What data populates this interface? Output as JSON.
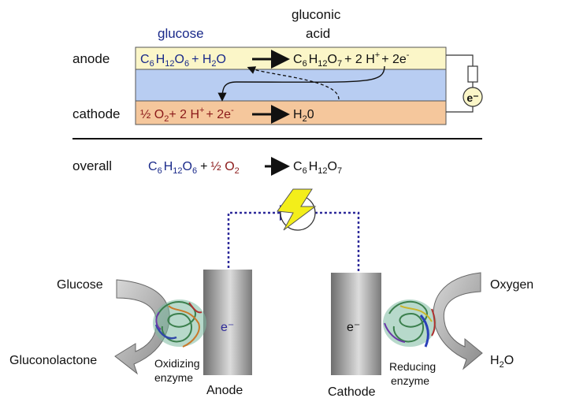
{
  "top": {
    "label_glucose": "glucose",
    "label_gluconic_1": "gluconic",
    "label_gluconic_2": "acid",
    "anode_label": "anode",
    "cathode_label": "cathode",
    "overall_label": "overall",
    "electron_symbol": "e⁻",
    "anode_eq": {
      "c": "C",
      "n6a": "6",
      "h": "H",
      "n12a": "12",
      "o": "O",
      "n6b": "6",
      "plus_h2o": "+ H",
      "n2": "2",
      "o2": "O",
      "p_c": "C",
      "p_n6a": "6",
      "p_h": "H",
      "p_n12": "12",
      "p_o": "O",
      "p_n7": "7",
      "p_tail1": "+ 2 H",
      "p_sup1": "+",
      "p_tail2": "+ 2e",
      "p_sup2": "-"
    },
    "cathode_eq": {
      "half": "½ O",
      "n2": "2",
      "mid1": "+ 2 H",
      "sup1": "+",
      "mid2": "+ 2e",
      "sup2": "-",
      "prod_h": "H",
      "prod_n2": "2",
      "prod_0": "0"
    },
    "overall_eq": {
      "c": "C",
      "n6a": "6",
      "h": "H",
      "n12": "12",
      "o": "O",
      "n6b": "6",
      "plus": "+",
      "half": "½ O",
      "n2": "2",
      "p_c": "C",
      "p_n6": "6",
      "p_h": "H",
      "p_n12": "12",
      "p_o": "O",
      "p_n7": "7"
    }
  },
  "bottom": {
    "glucose": "Glucose",
    "gluconolactone": "Gluconolactone",
    "oxidizing_1": "Oxidizing",
    "oxidizing_2": "enzyme",
    "anode": "Anode",
    "cathode": "Cathode",
    "e_anode": "e⁻",
    "e_cathode": "e⁻",
    "oxygen": "Oxygen",
    "h2o_h": "H",
    "h2o_2": "2",
    "h2o_o": "O",
    "reducing_1": "Reducing",
    "reducing_2": "enzyme"
  },
  "colors": {
    "anode_band": "#fbf6c8",
    "membrane_band": "#b8cdf2",
    "cathode_band": "#f5c79c",
    "formula_blue": "#1a2a8a",
    "formula_red": "#8b1a1a",
    "electron_path": "#2e2a9a",
    "bolt": "#f3ee1a"
  }
}
